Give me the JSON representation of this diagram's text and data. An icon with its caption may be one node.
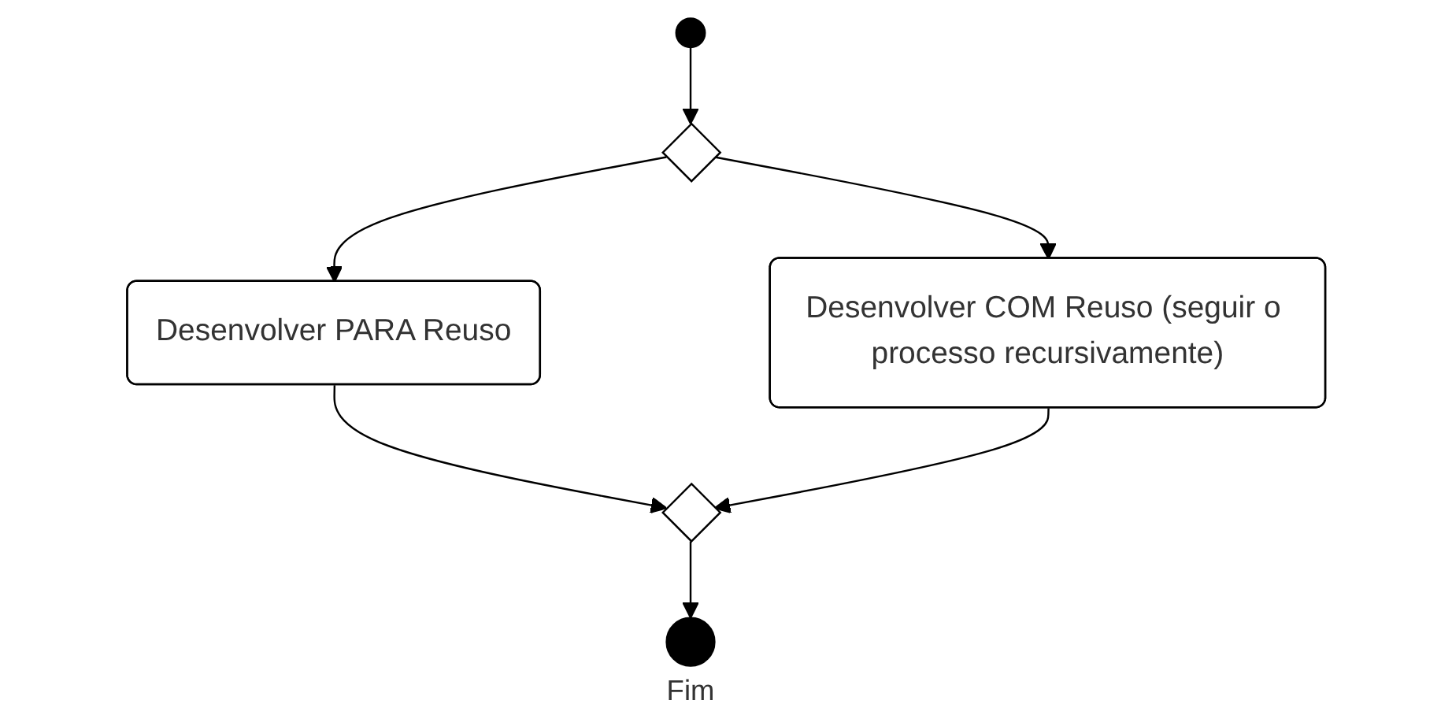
{
  "diagram": {
    "nodes": [
      {
        "text": [],
        "shape": "circle"
      },
      {
        "text": [],
        "shape": "diamond"
      },
      {
        "text": [
          "Desenvolver PARA Reuso"
        ]
      },
      {
        "text": [
          "Desenvolver COM Reuso (seguir o processo recursivamente)"
        ]
      },
      {
        "text": [],
        "shape": "diamond"
      },
      {
        "text": [],
        "shape": "circle",
        "beside": [
          "Fim"
        ]
      }
    ],
    "edges": [
      {
        "from": 0,
        "to": 1,
        "arrow": "to"
      },
      {
        "from": 1,
        "to": 2,
        "arrow": "to"
      },
      {
        "from": 1,
        "to": 3,
        "arrow": "to"
      },
      {
        "from": 2,
        "to": 4,
        "arrow": "to"
      },
      {
        "from": 3,
        "to": 4,
        "arrow": "to"
      },
      {
        "from": 4,
        "to": 5,
        "arrow": "to"
      }
    ]
  }
}
